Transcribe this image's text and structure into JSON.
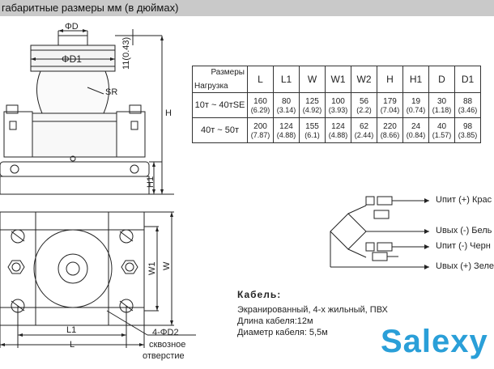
{
  "header": {
    "title": "габаритные размеры мм (в дюймах)"
  },
  "drawing_labels": {
    "phi_d": "ΦD",
    "phi_d1": "ΦD1",
    "sr": "SR",
    "h_vertical": "11(0.43)",
    "h": "H",
    "h1": "H1",
    "w1": "W1",
    "w": "W",
    "l1": "L1",
    "l": "L",
    "hole_label": "4-ΦD2",
    "hole_desc_1": "сквозное",
    "hole_desc_2": "отверстие"
  },
  "table": {
    "corner_top": "Размеры",
    "corner_bottom": "Нагрузка",
    "columns": [
      "L",
      "L1",
      "W",
      "W1",
      "W2",
      "H",
      "H1",
      "D",
      "D1"
    ],
    "rows": [
      {
        "label": "10т ~ 40тSE",
        "cells": [
          [
            "160",
            "(6.29)"
          ],
          [
            "80",
            "(3.14)"
          ],
          [
            "125",
            "(4.92)"
          ],
          [
            "100",
            "(3.93)"
          ],
          [
            "56",
            "(2.2)"
          ],
          [
            "179",
            "(7.04)"
          ],
          [
            "19",
            "(0.74)"
          ],
          [
            "30",
            "(1.18)"
          ],
          [
            "88",
            "(3.46)"
          ]
        ]
      },
      {
        "label": "40т ~ 50т",
        "cells": [
          [
            "200",
            "(7.87)"
          ],
          [
            "124",
            "(4.88)"
          ],
          [
            "155",
            "(6.1)"
          ],
          [
            "124",
            "(4.88)"
          ],
          [
            "62",
            "(2.44)"
          ],
          [
            "220",
            "(8.66)"
          ],
          [
            "24",
            "(0.84)"
          ],
          [
            "40",
            "(1.57)"
          ],
          [
            "98",
            "(3.85)"
          ]
        ]
      }
    ]
  },
  "wiring": [
    "Uпит (+) Крас",
    "Uвых (-) Бель",
    "Uпит (-) Черн",
    "Uвых (+) Зеле"
  ],
  "cable": {
    "title": "Кабель:",
    "lines": [
      "Экранированный, 4-х жильный, ПВХ",
      "Длина кабеля:12м",
      "Диаметр кабеля: 5,5м"
    ]
  },
  "watermark": "Salexy"
}
